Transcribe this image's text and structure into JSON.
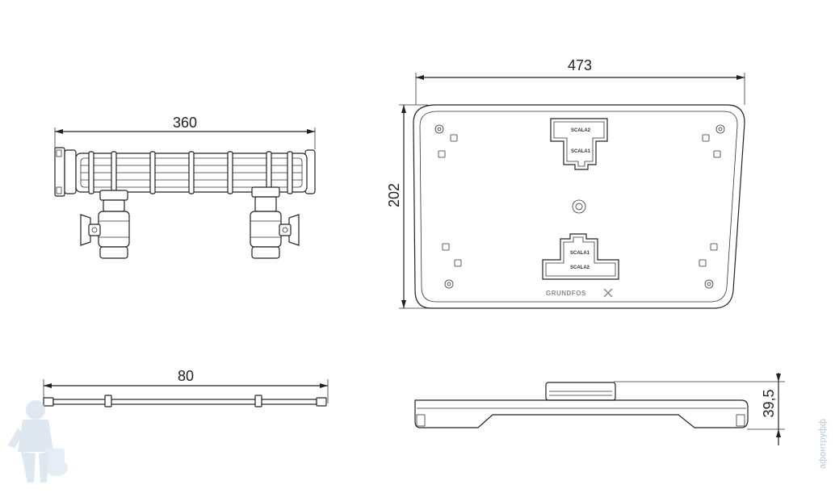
{
  "dimensions": {
    "manifold_length": "360",
    "pipe_length": "80",
    "plate_width": "473",
    "plate_height": "202",
    "plate_thickness": "39,5"
  },
  "plate_labels": {
    "top_first": "SCALA2",
    "top_second": "SCALA1",
    "bottom_first": "SCALA1",
    "bottom_second": "SCALA2"
  },
  "brand": {
    "logo_text": "GRUNDFOS"
  },
  "watermark": {
    "text": "афонтруфф"
  },
  "colors": {
    "line": "#222222",
    "watermark": "#b8c9da"
  }
}
